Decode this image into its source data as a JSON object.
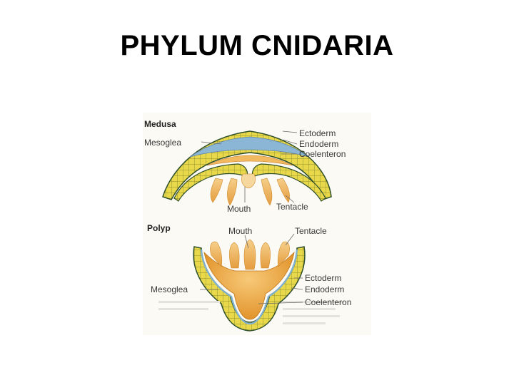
{
  "slide": {
    "title": "PHYLUM CNIDARIA"
  },
  "medusa": {
    "section_title": "Medusa",
    "labels": {
      "mesoglea": "Mesoglea",
      "ectoderm": "Ectoderm",
      "endoderm": "Endoderm",
      "coelenteron": "Coelenteron",
      "mouth": "Mouth",
      "tentacle": "Tentacle"
    }
  },
  "polyp": {
    "section_title": "Polyp",
    "labels": {
      "mouth": "Mouth",
      "tentacle": "Tentacle",
      "ectoderm": "Ectoderm",
      "endoderm": "Endoderm",
      "coelenteron": "Coelenteron",
      "mesoglea": "Mesoglea"
    }
  },
  "colors": {
    "ectoderm_yellow": "#e8d84a",
    "mesoglea_blue": "#8cb6d6",
    "body_orange": "#e9a23a",
    "tentacle_light": "#f2c37a",
    "outline": "#2f4f2a"
  }
}
